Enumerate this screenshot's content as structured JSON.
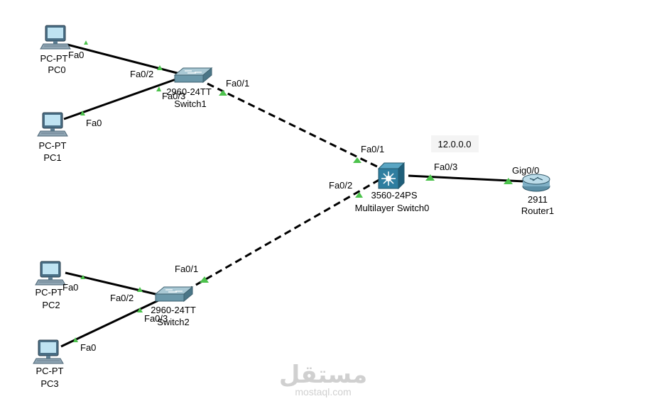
{
  "diagram": {
    "note": "12.0.0.0",
    "devices": {
      "pc0": {
        "model": "PC-PT",
        "name": "PC0"
      },
      "pc1": {
        "model": "PC-PT",
        "name": "PC1"
      },
      "pc2": {
        "model": "PC-PT",
        "name": "PC2"
      },
      "pc3": {
        "model": "PC-PT",
        "name": "PC3"
      },
      "switch1": {
        "model": "2960-24TT",
        "name": "Switch1"
      },
      "switch2": {
        "model": "2960-24TT",
        "name": "Switch2"
      },
      "mls0": {
        "model": "3560-24PS",
        "name": "Multilayer Switch0"
      },
      "router1": {
        "model": "2911",
        "name": "Router1"
      }
    },
    "ports": {
      "pc0_fa0": "Fa0",
      "sw1_fa0_2": "Fa0/2",
      "pc1_fa0": "Fa0",
      "sw1_fa0_3": "Fa0/3",
      "sw1_fa0_1": "Fa0/1",
      "mls_fa0_1": "Fa0/1",
      "mls_fa0_2": "Fa0/2",
      "mls_fa0_3": "Fa0/3",
      "router_gig0_0": "Gig0/0",
      "sw2_fa0_1": "Fa0/1",
      "pc2_fa0": "Fa0",
      "sw2_fa0_2": "Fa0/2",
      "pc3_fa0": "Fa0",
      "sw2_fa0_3": "Fa0/3"
    }
  },
  "watermark": {
    "arabic": "مستقل",
    "latin": "mostaql.com"
  }
}
